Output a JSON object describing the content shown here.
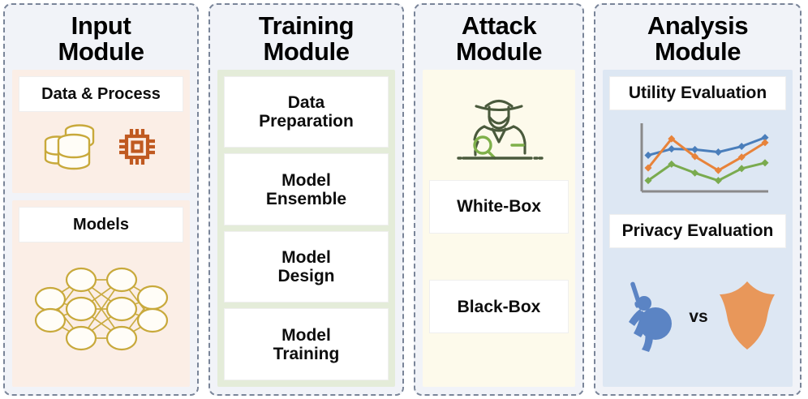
{
  "modules": [
    {
      "id": "input",
      "title": "Input\nModule",
      "sections": [
        {
          "id": "data-process",
          "label": "Data & Process",
          "icons": [
            "database-stack-icon",
            "cpu-chip-icon"
          ]
        },
        {
          "id": "models",
          "label": "Models",
          "icons": [
            "neural-network-icon"
          ]
        }
      ]
    },
    {
      "id": "training",
      "title": "Training\nModule",
      "items": [
        "Data\nPreparation",
        "Model\nEnsemble",
        "Model\nDesign",
        "Model\nTraining"
      ]
    },
    {
      "id": "attack",
      "title": "Attack\nModule",
      "icon": "detective-spy-icon",
      "items": [
        "White-Box",
        "Black-Box"
      ]
    },
    {
      "id": "analysis",
      "title": "Analysis\nModule",
      "sections": [
        {
          "id": "utility-evaluation",
          "label": "Utility Evaluation",
          "icon": "line-chart-icon"
        },
        {
          "id": "privacy-evaluation",
          "label": "Privacy Evaluation",
          "vs_label": "vs",
          "icons": [
            "attacker-figure-icon",
            "shield-icon"
          ]
        }
      ]
    }
  ],
  "colors": {
    "panel_bg": "#f1f3f8",
    "panel_border": "#7a8599",
    "peach": "#fbeee6",
    "green": "#e4ecd9",
    "cream": "#fdfaeb",
    "blue": "#dde7f3",
    "database_gold": "#c8a93b",
    "chip_rust": "#c05a21",
    "detective_dark": "#4a5a3c",
    "detective_green": "#7fb04a",
    "chart_blue": "#4a7ebb",
    "chart_orange": "#e8833a",
    "chart_green": "#7aab4f",
    "attacker_blue": "#5b84c4",
    "shield_orange": "#e8975a"
  },
  "chart_data": {
    "type": "line",
    "title": "",
    "xlabel": "",
    "ylabel": "",
    "x": [
      1,
      2,
      3,
      4,
      5,
      6
    ],
    "series": [
      {
        "name": "series-blue",
        "color": "#4a7ebb",
        "values": [
          52,
          62,
          61,
          57,
          66,
          80
        ]
      },
      {
        "name": "series-orange",
        "color": "#e8833a",
        "values": [
          32,
          78,
          50,
          28,
          49,
          72
        ]
      },
      {
        "name": "series-green",
        "color": "#7aab4f",
        "values": [
          12,
          38,
          24,
          12,
          31,
          40
        ]
      }
    ],
    "ylim": [
      0,
      100
    ],
    "grid": false,
    "legend": "none"
  }
}
